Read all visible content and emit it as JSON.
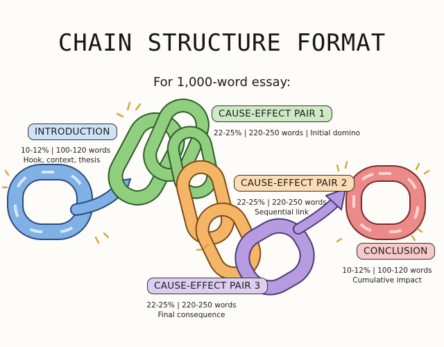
{
  "title": "CHAIN STRUCTURE FORMAT",
  "subtitle": "For 1,000-word essay:",
  "colors": {
    "introduction": "#7fb0e6",
    "pair1": "#8fcf7e",
    "pair2": "#f5b566",
    "pair3": "#b79be0",
    "conclusion": "#ec8a8a"
  },
  "sections": {
    "introduction": {
      "label": "INTRODUCTION",
      "line1": "10-12% | 100-120 words",
      "line2": "Hook, context, thesis"
    },
    "pair1": {
      "label": "CAUSE-EFFECT PAIR 1",
      "line1": "22-25% | 220-250 words | Initial domino"
    },
    "pair2": {
      "label": "CAUSE-EFFECT PAIR 2",
      "line1": "22-25% | 220-250 words",
      "line2": "Sequential link"
    },
    "pair3": {
      "label": "CAUSE-EFFECT PAIR 3",
      "line1": "22-25% | 220-250 words",
      "line2": "Final consequence"
    },
    "conclusion": {
      "label": "CONCLUSION",
      "line1": "10-12% | 100-120 words",
      "line2": "Cumulative impact"
    }
  }
}
